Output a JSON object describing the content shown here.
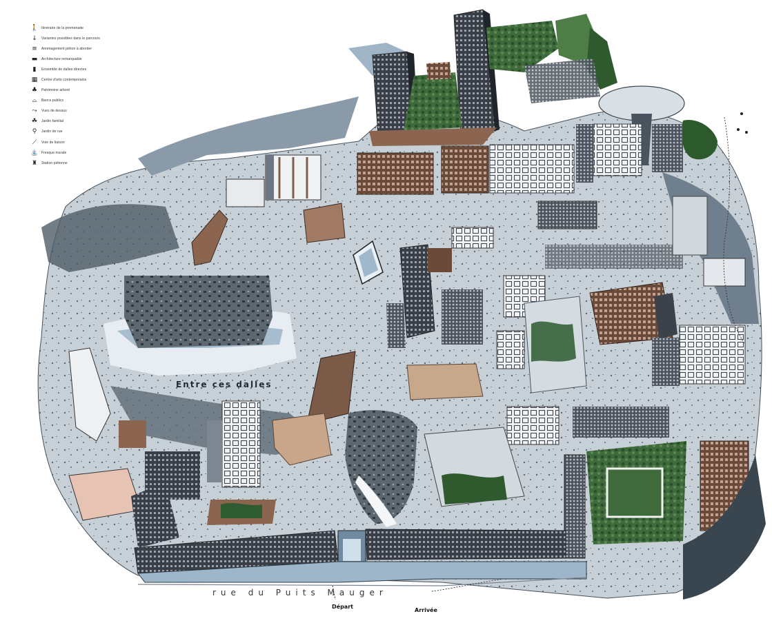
{
  "labels": {
    "street": "rue du Puits Mauger",
    "area": "Entre ces dalles",
    "start": "Départ",
    "end": "Arrivée"
  },
  "legend": {
    "items": [
      {
        "icon": "walker-icon",
        "glyph": "🚶",
        "text": "Itinéraire de la promenade"
      },
      {
        "icon": "pin-icon",
        "glyph": "↓",
        "text": "Variantes possibles dans le parcours"
      },
      {
        "icon": "stairs-icon",
        "glyph": "≡",
        "text": "Aménagement piéton à aborder"
      },
      {
        "icon": "stairs-icon",
        "glyph": "▬",
        "text": "Architecture remarquable"
      },
      {
        "icon": "building-icon",
        "glyph": "▮",
        "text": "Ensemble de dalles directes"
      },
      {
        "icon": "building-icon",
        "glyph": "▦",
        "text": "Centre d'arts contemporains"
      },
      {
        "icon": "tree-icon",
        "glyph": "♣",
        "text": "Patrimoine arboré"
      },
      {
        "icon": "bench-icon",
        "glyph": "⌓",
        "text": "Bancs publics"
      },
      {
        "icon": "view-icon",
        "glyph": "⤳",
        "text": "Vues de dessus"
      },
      {
        "icon": "garden-icon",
        "glyph": "☘",
        "text": "Jardin familial"
      },
      {
        "icon": "play-icon",
        "glyph": "⚲",
        "text": "Jardin de rue"
      },
      {
        "icon": "steps-icon",
        "glyph": "⟋",
        "text": "Voie de liaison"
      },
      {
        "icon": "fountain-icon",
        "glyph": "⛲",
        "text": "Fresque murale"
      },
      {
        "icon": "sculpture-icon",
        "glyph": "♜",
        "text": "Station piétonne"
      }
    ]
  },
  "colors": {
    "paper": "#ffffff",
    "dalle": "#c9d1d8",
    "shadow": "#7a8894",
    "dark": "#33404b",
    "brick": "#7b5a47",
    "green": "#3f6b3c",
    "sand": "#c7a88b",
    "canal": "#8aa6bb"
  }
}
